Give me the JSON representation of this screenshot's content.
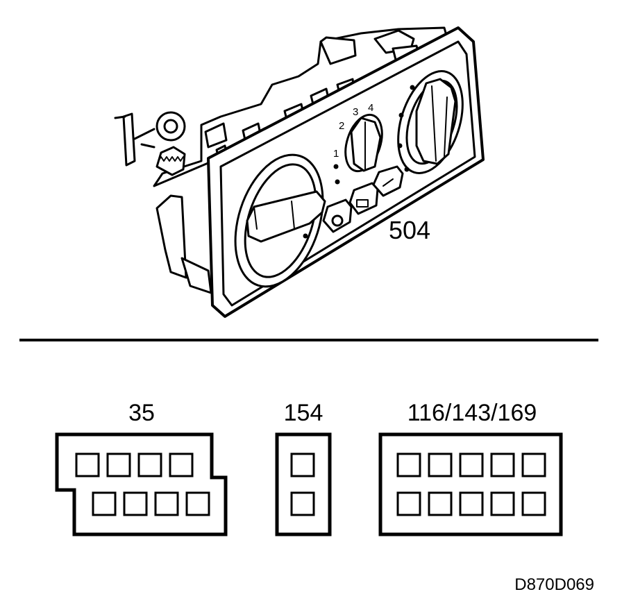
{
  "diagram": {
    "component": {
      "callout": "504",
      "dial_numbers": [
        "1",
        "2",
        "3",
        "4"
      ]
    },
    "connectors": [
      {
        "label": "35",
        "pins_row1": 4,
        "pins_row2": 4
      },
      {
        "label": "154",
        "pins_row1": 1,
        "pins_row2": 1
      },
      {
        "label": "116/143/169",
        "pins_row1": 5,
        "pins_row2": 5
      }
    ],
    "reference_code": "D870D069"
  }
}
